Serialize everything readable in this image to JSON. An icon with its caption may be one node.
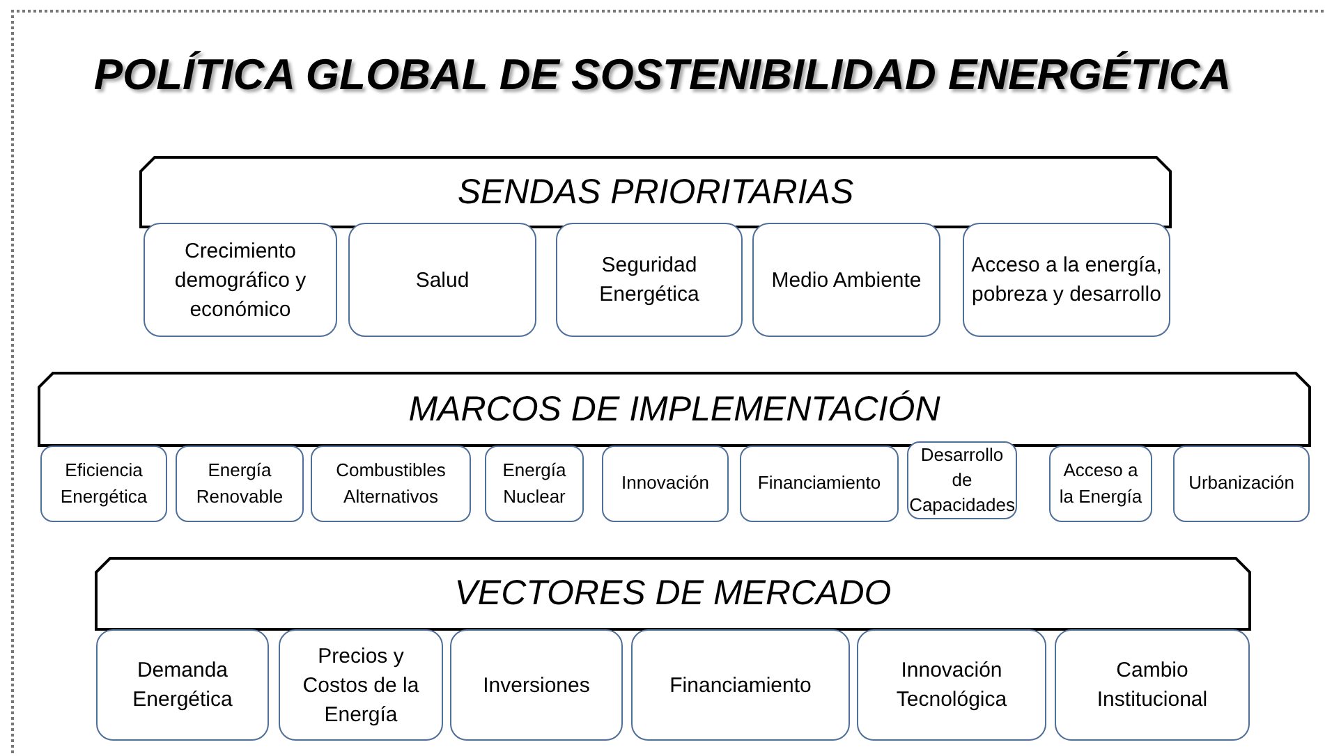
{
  "diagram": {
    "title": "POLÍTICA GLOBAL DE SOSTENIBILIDAD ENERGÉTICA",
    "nodes": [
      {
        "text": [
          "SENDAS PRIORITARIAS"
        ]
      },
      {
        "text": [
          "Crecimiento demográfico y económico"
        ]
      },
      {
        "text": [
          "Salud"
        ]
      },
      {
        "text": [
          "Seguridad Energética"
        ]
      },
      {
        "text": [
          "Medio Ambiente"
        ]
      },
      {
        "text": [
          "Acceso a la energía, pobreza y desarrollo"
        ]
      },
      {
        "text": [
          "MARCOS DE IMPLEMENTACIÓN"
        ]
      },
      {
        "text": [
          "Eficiencia Energética"
        ]
      },
      {
        "text": [
          "Energía Renovable"
        ]
      },
      {
        "text": [
          "Combustibles Alternativos"
        ]
      },
      {
        "text": [
          "Energía Nuclear"
        ]
      },
      {
        "text": [
          "Innovación"
        ]
      },
      {
        "text": [
          "Financiamiento"
        ]
      },
      {
        "text": [
          "Desarrollo de Capacidades"
        ]
      },
      {
        "text": [
          "Acceso a la Energía"
        ]
      },
      {
        "text": [
          "Urbanización"
        ]
      },
      {
        "text": [
          "VECTORES DE MERCADO"
        ]
      },
      {
        "text": [
          "Demanda Energética"
        ]
      },
      {
        "text": [
          "Precios y Costos de la Energía"
        ]
      },
      {
        "text": [
          "Inversiones"
        ]
      },
      {
        "text": [
          "Financiamiento"
        ]
      },
      {
        "text": [
          "Innovación Tecnológica"
        ]
      },
      {
        "text": [
          "Cambio Institucional"
        ]
      }
    ]
  }
}
